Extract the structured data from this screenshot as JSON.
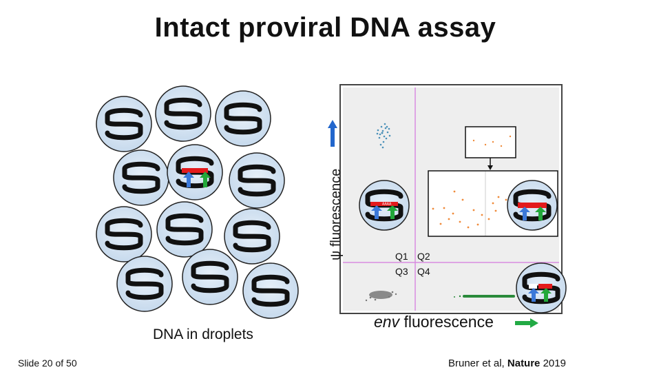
{
  "title": "Intact proviral DNA assay",
  "droplets_label": "DNA in droplets",
  "y_axis_label": "ψ fluorescence",
  "x_axis_label": {
    "italic": "env",
    "rest": " fluorescence"
  },
  "quadrants": {
    "q1": "Q1",
    "q2": "Q2",
    "q3": "Q3",
    "q4": "Q4"
  },
  "slide_number": "Slide 20 of 50",
  "citation": {
    "authors": "Bruner et al, ",
    "journal": "Nature",
    "year": " 2019"
  },
  "probe_label": "AAAA",
  "colors": {
    "droplet_fill": "#cfe0f0",
    "droplet_stroke": "#222222",
    "dna_strand": "#111111",
    "psi_probe": "#3b78d8",
    "env_probe": "#22a83a",
    "target_bar": "#e31a1c",
    "gate_line": "#d98be0",
    "plot_bg": "#eeeeee",
    "q1_points": "#4a90b8",
    "q2_points": "#f08a3a",
    "q4_points": "#2a8a3a",
    "q3_points": "#777777",
    "axis_arrow_y": "#2266cc",
    "axis_arrow_x": "#22aa44"
  }
}
